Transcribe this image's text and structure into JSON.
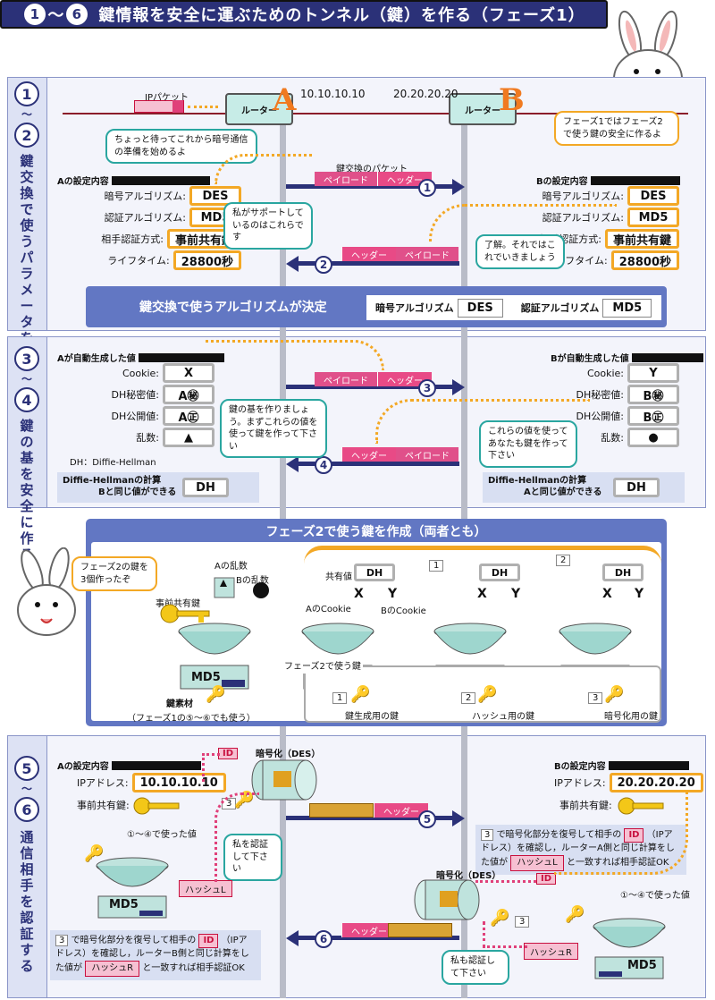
{
  "title": {
    "num1": "1",
    "sep": "〜",
    "num2": "6",
    "text": "鍵情報を安全に運ぶためのトンネル（鍵）を作る（フェーズ1）"
  },
  "sec1": {
    "n1": "1",
    "tilde": "〜",
    "n2": "2",
    "label": "鍵交換で使うパラメータを決める",
    "ip_packet": "IPパケット",
    "router_label": "ルーター",
    "router_a": "A",
    "router_b": "B",
    "ip_a": "10.10.10.10",
    "ip_b": "20.20.20.20",
    "bubble_a": "ちょっと待ってこれから暗号通信の準備を始めるよ",
    "bubble_b": "フェーズ1ではフェーズ2で使う鍵の安全に作るよ",
    "a_head": "Aの設定内容",
    "b_head": "Bの設定内容",
    "rows": [
      {
        "k": "暗号アルゴリズム:",
        "v": "DES"
      },
      {
        "k": "認証アルゴリズム:",
        "v": "MD5"
      },
      {
        "k": "相手認証方式:",
        "v": "事前共有鍵"
      },
      {
        "k": "ライフタイム:",
        "v": "28800秒"
      }
    ],
    "pkt_title": "鍵交換のパケット",
    "payload": "ペイロード",
    "header": "ヘッダー",
    "s1": "1",
    "s2": "2",
    "bubble_mid": "私がサポートしているのはこれらです",
    "bubble_ok": "了解。それではこれでいきましょう",
    "decision": "鍵交換で使うアルゴリズムが決定",
    "dec_enc": "暗号アルゴリズム",
    "dec_enc_v": "DES",
    "dec_auth": "認証アルゴリズム",
    "dec_auth_v": "MD5"
  },
  "sec2": {
    "n1": "3",
    "tilde": "〜",
    "n2": "4",
    "label": "鍵の基を安全に作る",
    "a_head": "Aが自動生成した値",
    "b_head": "Bが自動生成した値",
    "a_rows": [
      {
        "k": "Cookie:",
        "v": "X"
      },
      {
        "k": "DH秘密値:",
        "v": "A㊙"
      },
      {
        "k": "DH公開値:",
        "v": "A㊣"
      },
      {
        "k": "乱数:",
        "v": "▲"
      }
    ],
    "b_rows": [
      {
        "k": "Cookie:",
        "v": "Y"
      },
      {
        "k": "DH秘密値:",
        "v": "B㊙"
      },
      {
        "k": "DH公開値:",
        "v": "B㊣"
      },
      {
        "k": "乱数:",
        "v": "●"
      }
    ],
    "payload": "ペイロード",
    "header": "ヘッダー",
    "s3": "3",
    "s4": "4",
    "bubble_a": "鍵の基を作りましょう。まずこれらの値を使って鍵を作って下さい",
    "bubble_b": "これらの値を使ってあなたも鍵を作って下さい",
    "dh_note": "DH：Diffie-Hellman",
    "calc_title": "Diffie-Hellmanの計算",
    "calc_a": "Bと同じ値ができる",
    "calc_b": "Aと同じ値ができる",
    "dh": "DH"
  },
  "phase2": {
    "title": "フェーズ2で使う鍵を作成（両者とも）",
    "bubble": "フェーズ2の鍵を3個作ったぞ",
    "psk": "事前共有鍵",
    "rand_a": "Aの乱数",
    "rand_b": "Bの乱数",
    "md5": "MD5",
    "shared": "共有値",
    "dh": "DH",
    "x": "X",
    "y": "Y",
    "cookie_a": "AのCookie",
    "cookie_b": "BのCookie",
    "k1": "1",
    "k2": "2",
    "k3": "3",
    "material": "鍵素材",
    "material_note": "（フェーズ1の⑤〜⑥でも使う）",
    "use": "フェーズ2で使う鍵",
    "kg": "鍵生成用の鍵",
    "kh": "ハッシュ用の鍵",
    "ke": "暗号化用の鍵"
  },
  "sec3": {
    "n1": "5",
    "tilde": "〜",
    "n2": "6",
    "label": "通信相手を認証する",
    "a_head": "Aの設定内容",
    "b_head": "Bの設定内容",
    "ip_k": "IPアドレス:",
    "ip_a": "10.10.10.10",
    "ip_b": "20.20.20.20",
    "psk_k": "事前共有鍵:",
    "id": "ID",
    "enc": "暗号化（DES）",
    "header": "ヘッダー",
    "s5": "5",
    "s6": "6",
    "k3": "3",
    "used": "①〜④で使った値",
    "md5": "MD5",
    "hash_l": "ハッシュL",
    "hash_r": "ハッシュR",
    "bubble_a": "私を認証して下さい",
    "bubble_b": "私も認証して下さい",
    "note_b1": "で暗号化部分を復号して相手の",
    "note_b2": "（IPアドレス）を確認し，ルーターA側と同じ計算をした値が",
    "note_b3": "と一致すれば相手認証OK",
    "note_a2": "（IPアドレス）を確認し，ルーターB側と同じ計算をした値が"
  }
}
